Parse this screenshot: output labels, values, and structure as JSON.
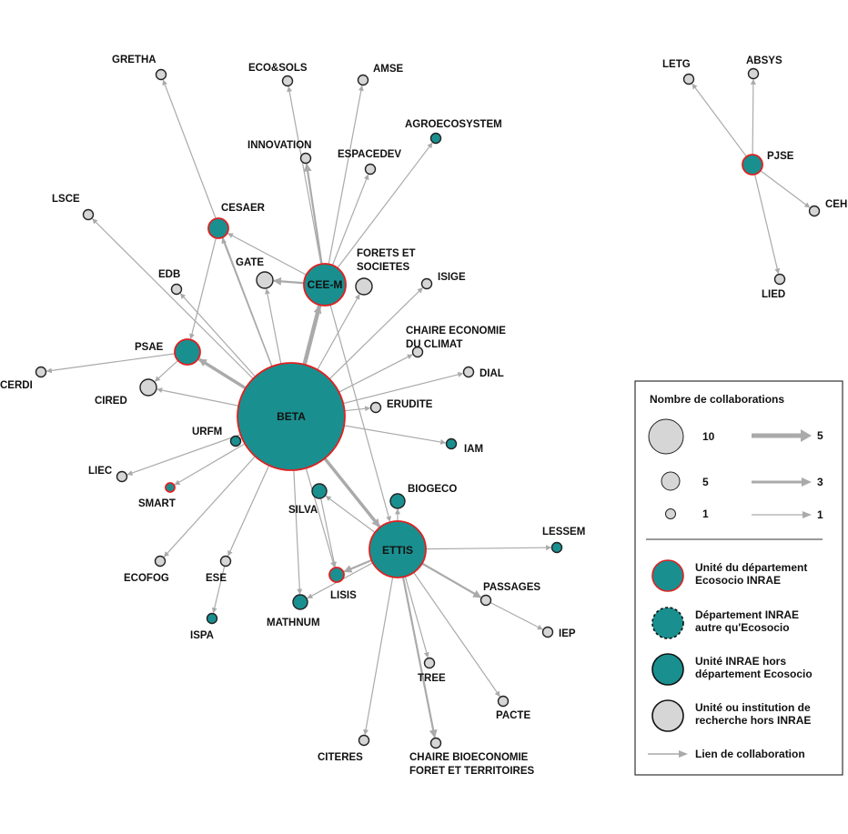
{
  "colors": {
    "teal": "#1a8f8f",
    "grey_node": "#d6d6d6",
    "edge": "#aaaaaa",
    "ecosocio_border": "#e02020",
    "node_border": "#222222",
    "background": "#ffffff"
  },
  "nodes": [
    {
      "id": "BETA",
      "label": "BETA",
      "type": "ecosocio",
      "size": 10
    },
    {
      "id": "CEE-M",
      "label": "CEE-M",
      "type": "ecosocio",
      "size": 4
    },
    {
      "id": "ETTIS",
      "label": "ETTIS",
      "type": "ecosocio",
      "size": 5
    },
    {
      "id": "CESAER",
      "label": "CESAER",
      "type": "ecosocio",
      "size": 2
    },
    {
      "id": "PSAE",
      "label": "PSAE",
      "type": "ecosocio",
      "size": 3
    },
    {
      "id": "PJSE",
      "label": "PJSE",
      "type": "ecosocio",
      "size": 2
    },
    {
      "id": "SMART",
      "label": "SMART",
      "type": "ecosocio",
      "size": 1
    },
    {
      "id": "LISIS",
      "label": "LISIS",
      "type": "ecosocio",
      "size": 1
    },
    {
      "id": "AGROECOSYSTEM",
      "label": "AGROECOSYSTEM",
      "type": "inrae",
      "size": 1
    },
    {
      "id": "URFM",
      "label": "URFM",
      "type": "inrae",
      "size": 1
    },
    {
      "id": "IAM",
      "label": "IAM",
      "type": "inrae",
      "size": 1
    },
    {
      "id": "BIOGECO",
      "label": "BIOGECO",
      "type": "inrae",
      "size": 2
    },
    {
      "id": "SILVA",
      "label": "SILVA",
      "type": "inrae",
      "size": 2
    },
    {
      "id": "MATHNUM",
      "label": "MATHNUM",
      "type": "inrae",
      "size": 1
    },
    {
      "id": "ISPA",
      "label": "ISPA",
      "type": "inrae",
      "size": 1
    },
    {
      "id": "LESSEM",
      "label": "LESSEM",
      "type": "inrae",
      "size": 1
    },
    {
      "id": "GRETHA",
      "label": "GRETHA",
      "type": "ext",
      "size": 1
    },
    {
      "id": "ECO&SOLS",
      "label": "ECO&SOLS",
      "type": "ext",
      "size": 1
    },
    {
      "id": "AMSE",
      "label": "AMSE",
      "type": "ext",
      "size": 1
    },
    {
      "id": "INNOVATION",
      "label": "INNOVATION",
      "type": "ext",
      "size": 1
    },
    {
      "id": "ESPACEDEV",
      "label": "ESPACEDEV",
      "type": "ext",
      "size": 1
    },
    {
      "id": "LSCE",
      "label": "LSCE",
      "type": "ext",
      "size": 1
    },
    {
      "id": "GATE",
      "label": "GATE",
      "type": "ext",
      "size": 2
    },
    {
      "id": "FORETS",
      "label": "FORETS ET\nSOCIETES",
      "type": "ext",
      "size": 2
    },
    {
      "id": "EDB",
      "label": "EDB",
      "type": "ext",
      "size": 1
    },
    {
      "id": "ISIGE",
      "label": "ISIGE",
      "type": "ext",
      "size": 1
    },
    {
      "id": "CHAIRE_CLIMAT",
      "label": "CHAIRE ECONOMIE\nDU CLIMAT",
      "type": "ext",
      "size": 1
    },
    {
      "id": "CERDI",
      "label": "CERDI",
      "type": "ext",
      "size": 1
    },
    {
      "id": "CIRED",
      "label": "CIRED",
      "type": "ext",
      "size": 2
    },
    {
      "id": "DIAL",
      "label": "DIAL",
      "type": "ext",
      "size": 1
    },
    {
      "id": "ERUDITE",
      "label": "ERUDITE",
      "type": "ext",
      "size": 1
    },
    {
      "id": "LIEC",
      "label": "LIEC",
      "type": "ext",
      "size": 1
    },
    {
      "id": "ECOFOG",
      "label": "ECOFOG",
      "type": "ext",
      "size": 1
    },
    {
      "id": "ESE",
      "label": "ESE",
      "type": "ext",
      "size": 1
    },
    {
      "id": "PASSAGES",
      "label": "PASSAGES",
      "type": "ext",
      "size": 1
    },
    {
      "id": "IEP",
      "label": "IEP",
      "type": "ext",
      "size": 1
    },
    {
      "id": "TREE",
      "label": "TREE",
      "type": "ext",
      "size": 1
    },
    {
      "id": "PACTE",
      "label": "PACTE",
      "type": "ext",
      "size": 1
    },
    {
      "id": "CITERES",
      "label": "CITERES",
      "type": "ext",
      "size": 1
    },
    {
      "id": "CHAIRE_BIO",
      "label": "CHAIRE BIOECONOMIE\nFORET ET TERRITOIRES",
      "type": "ext",
      "size": 1
    },
    {
      "id": "LETG",
      "label": "LETG",
      "type": "ext",
      "size": 1
    },
    {
      "id": "ABSYS",
      "label": "ABSYS",
      "type": "ext",
      "size": 1
    },
    {
      "id": "CEH",
      "label": "CEH",
      "type": "ext",
      "size": 1
    },
    {
      "id": "LIED",
      "label": "LIED",
      "type": "ext",
      "size": 1
    }
  ],
  "edges": [
    {
      "from": "BETA",
      "to": "GRETHA",
      "weight": 1
    },
    {
      "from": "BETA",
      "to": "LSCE",
      "weight": 1
    },
    {
      "from": "BETA",
      "to": "CESAER",
      "weight": 1
    },
    {
      "from": "BETA",
      "to": "EDB",
      "weight": 1
    },
    {
      "from": "BETA",
      "to": "GATE",
      "weight": 1
    },
    {
      "from": "BETA",
      "to": "CEE-M",
      "weight": 4
    },
    {
      "from": "BETA",
      "to": "PSAE",
      "weight": 3
    },
    {
      "from": "BETA",
      "to": "CIRED",
      "weight": 1
    },
    {
      "from": "BETA",
      "to": "FORETS",
      "weight": 1
    },
    {
      "from": "BETA",
      "to": "ISIGE",
      "weight": 1
    },
    {
      "from": "BETA",
      "to": "CHAIRE_CLIMAT",
      "weight": 1
    },
    {
      "from": "BETA",
      "to": "DIAL",
      "weight": 1
    },
    {
      "from": "BETA",
      "to": "ERUDITE",
      "weight": 1
    },
    {
      "from": "BETA",
      "to": "IAM",
      "weight": 1
    },
    {
      "from": "BETA",
      "to": "ETTIS",
      "weight": 3
    },
    {
      "from": "BETA",
      "to": "URFM",
      "weight": 1
    },
    {
      "from": "BETA",
      "to": "LIEC",
      "weight": 1
    },
    {
      "from": "BETA",
      "to": "SMART",
      "weight": 1
    },
    {
      "from": "BETA",
      "to": "ECOFOG",
      "weight": 1
    },
    {
      "from": "BETA",
      "to": "ESE",
      "weight": 1
    },
    {
      "from": "BETA",
      "to": "MATHNUM",
      "weight": 1
    },
    {
      "from": "BETA",
      "to": "LISIS",
      "weight": 1
    },
    {
      "from": "ESE",
      "to": "ISPA",
      "weight": 1
    },
    {
      "from": "CEE-M",
      "to": "ECO&SOLS",
      "weight": 1
    },
    {
      "from": "CEE-M",
      "to": "AMSE",
      "weight": 1
    },
    {
      "from": "CEE-M",
      "to": "INNOVATION",
      "weight": 2
    },
    {
      "from": "CEE-M",
      "to": "ESPACEDEV",
      "weight": 1
    },
    {
      "from": "CEE-M",
      "to": "AGROECOSYSTEM",
      "weight": 1
    },
    {
      "from": "CEE-M",
      "to": "CESAER",
      "weight": 1
    },
    {
      "from": "CEE-M",
      "to": "GATE",
      "weight": 2
    },
    {
      "from": "CEE-M",
      "to": "ETTIS",
      "weight": 1
    },
    {
      "from": "CESAER",
      "to": "PSAE",
      "weight": 1
    },
    {
      "from": "PSAE",
      "to": "CERDI",
      "weight": 1
    },
    {
      "from": "PSAE",
      "to": "CIRED",
      "weight": 1
    },
    {
      "from": "ETTIS",
      "to": "BIOGECO",
      "weight": 1
    },
    {
      "from": "ETTIS",
      "to": "SILVA",
      "weight": 1
    },
    {
      "from": "ETTIS",
      "to": "LISIS",
      "weight": 2
    },
    {
      "from": "ETTIS",
      "to": "MATHNUM",
      "weight": 1
    },
    {
      "from": "ETTIS",
      "to": "LESSEM",
      "weight": 1
    },
    {
      "from": "ETTIS",
      "to": "PASSAGES",
      "weight": 2
    },
    {
      "from": "ETTIS",
      "to": "TREE",
      "weight": 1
    },
    {
      "from": "ETTIS",
      "to": "PACTE",
      "weight": 1
    },
    {
      "from": "ETTIS",
      "to": "CITERES",
      "weight": 1
    },
    {
      "from": "ETTIS",
      "to": "CHAIRE_BIO",
      "weight": 2
    },
    {
      "from": "SILVA",
      "to": "LISIS",
      "weight": 1
    },
    {
      "from": "PASSAGES",
      "to": "IEP",
      "weight": 1
    },
    {
      "from": "PJSE",
      "to": "LETG",
      "weight": 1
    },
    {
      "from": "PJSE",
      "to": "ABSYS",
      "weight": 1
    },
    {
      "from": "PJSE",
      "to": "CEH",
      "weight": 1
    },
    {
      "from": "PJSE",
      "to": "LIED",
      "weight": 1
    }
  ],
  "legend": {
    "title": "Nombre de collaborations",
    "size_labels": [
      "10",
      "5",
      "1"
    ],
    "width_labels": [
      "5",
      "3",
      "1"
    ],
    "types": [
      {
        "type": "ecosocio",
        "label": "Unité du département\nEcosocio INRAE"
      },
      {
        "type": "inrae_dept",
        "label": "Département INRAE\nautre qu'Ecosocio"
      },
      {
        "type": "inrae",
        "label": "Unité INRAE hors\ndépartement Ecosocio"
      },
      {
        "type": "ext",
        "label": "Unité ou institution de\nrecherche hors INRAE"
      }
    ],
    "link_label": "Lien de collaboration"
  }
}
